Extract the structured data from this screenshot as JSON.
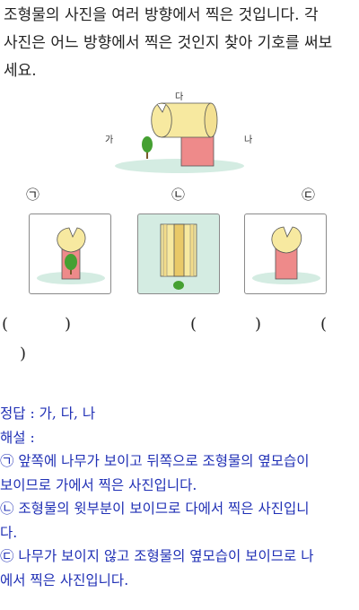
{
  "question": {
    "line1": "조형물의 사진을 여러 방향에서 찍은 것입니다. 각",
    "line2": "사진은 어느 방향에서 찍은 것인지 찾아 기호를 써보",
    "line3": "세요."
  },
  "scene": {
    "label_top": "다",
    "label_left": "가",
    "label_right": "나"
  },
  "photos": [
    {
      "symbol": "㉠"
    },
    {
      "symbol": "㉡"
    },
    {
      "symbol": "㉢"
    }
  ],
  "blanks": {
    "open": "(",
    "close": ")"
  },
  "answer": {
    "line1": "정답 : 가, 다, 나",
    "line2": "해설 :",
    "line3": "㉠ 앞쪽에 나무가 보이고 뒤쪽으로 조형물의 옆모습이",
    "line4": "보이므로 가에서 찍은 사진입니다.",
    "line5": "㉡ 조형물의 윗부분이 보이므로 다에서 찍은 사진입니",
    "line6": "다.",
    "line7": "㉢ 나무가 보이지 않고 조형물의 옆모습이 보이므로 나",
    "line8": "에서 찍은 사진입니다."
  },
  "colors": {
    "answer_text": "#1f2fb5",
    "sculpture_yellow": "#f7e9a0",
    "base_pink": "#ee8a8a",
    "ground_green": "#d4ece2",
    "tree_green": "#45a032"
  }
}
